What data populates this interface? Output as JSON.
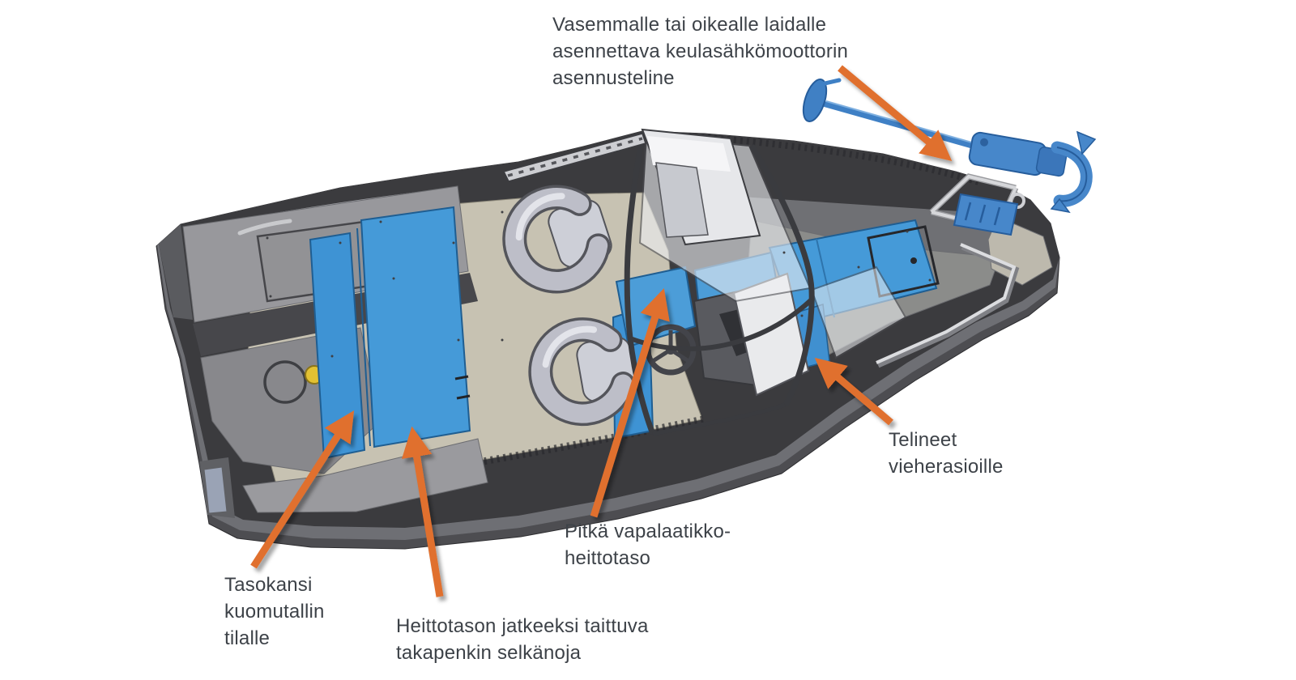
{
  "figure": {
    "type": "annotated-technical-diagram",
    "subject": "Aluminum fishing boat deck layout, top view CAD illustration with accessory options highlighted in blue",
    "background_color": "#ffffff",
    "arrow_color": "#e0702e",
    "highlight_color": "#4596d4",
    "hull_color": "#3b3b3e",
    "deck_color": "#c7c2b2",
    "label_color": "#3d4248",
    "annotations": [
      {
        "id": "bow-motor-mount",
        "text": "Vasemmalle tai oikealle laidalle\nasennettava keulasähkömoottorin\nasennusteline"
      },
      {
        "id": "lure-box-racks",
        "text": "Telineet\nvieherasioille"
      },
      {
        "id": "rod-box-casting-platform",
        "text": "Pitkä vapalaatikko-\nheittotaso"
      },
      {
        "id": "flat-deck",
        "text": "Tasokansi\nkuomutallin\ntilalle"
      },
      {
        "id": "folding-backrest",
        "text": "Heittotason jatkeeksi taittuva\ntakapenkin selkänoja"
      }
    ]
  }
}
